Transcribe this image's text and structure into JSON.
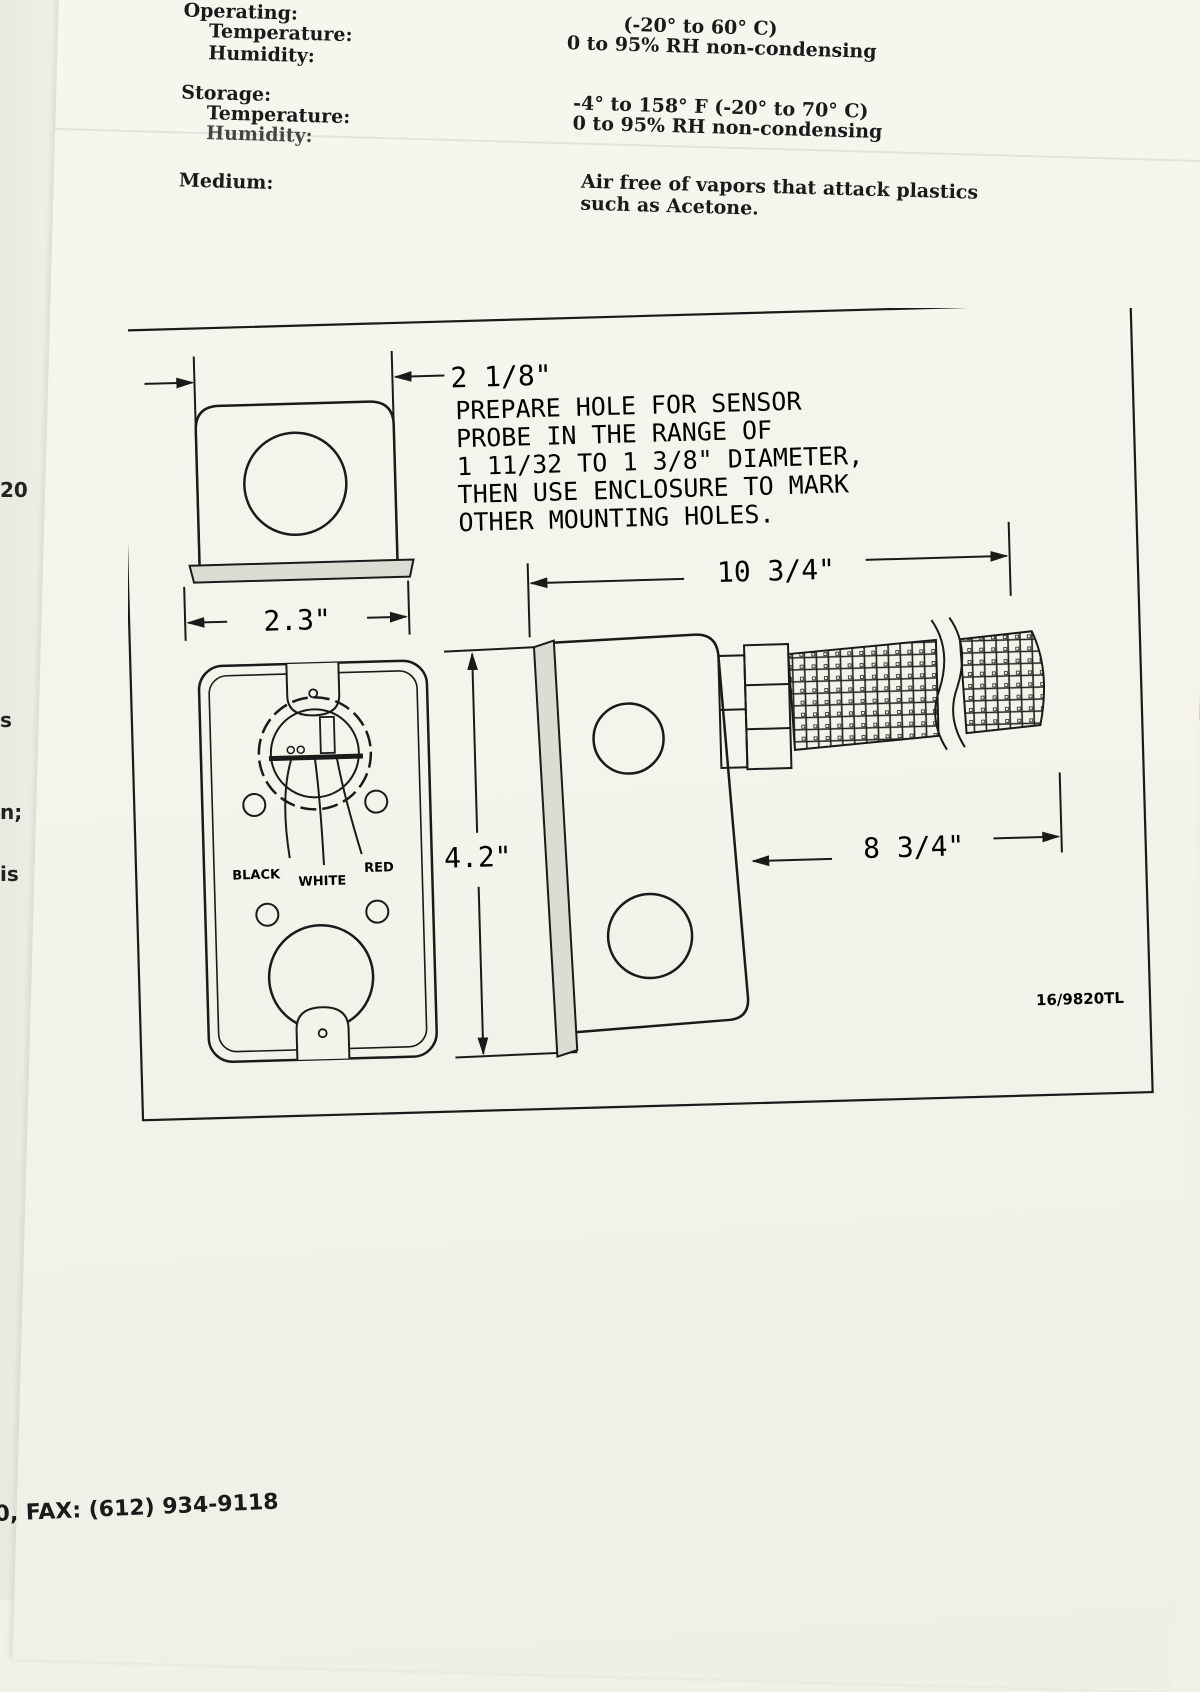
{
  "edge_fragments": [
    "20",
    "s",
    "n;",
    "is"
  ],
  "specs": {
    "operating": {
      "label": "Operating:",
      "temperature_label": "Temperature:",
      "humidity_label": "Humidity:",
      "temperature_value": "(-20° to 60° C)",
      "humidity_value": "0 to 95% RH non-condensing"
    },
    "storage": {
      "label": "Storage:",
      "temperature_label": "Temperature:",
      "humidity_label": "Humidity:",
      "temperature_value": "-4° to 158° F (-20° to 70° C)",
      "humidity_value": "0 to 95% RH non-condensing"
    },
    "medium": {
      "label": "Medium:",
      "value_line1": "Air free of vapors that attack plastics",
      "value_line2": "such as Acetone."
    }
  },
  "drawing": {
    "dim_top_width": "2 1/8\"",
    "instructions": [
      "PREPARE HOLE FOR SENSOR",
      "PROBE IN THE RANGE OF",
      "1 11/32 TO 1 3/8\" DIAMETER,",
      "THEN USE ENCLOSURE TO MARK",
      "OTHER MOUNTING HOLES."
    ],
    "dim_width": "2.3\"",
    "dim_total_length": "10 3/4\"",
    "dim_height": "4.2\"",
    "dim_probe_length": "8 3/4\"",
    "wire_black": "BLACK",
    "wire_white": "WHITE",
    "wire_red": "RED",
    "part_code": "16/9820TL"
  },
  "footer": {
    "fax": "0, FAX: (612) 934-9118"
  }
}
